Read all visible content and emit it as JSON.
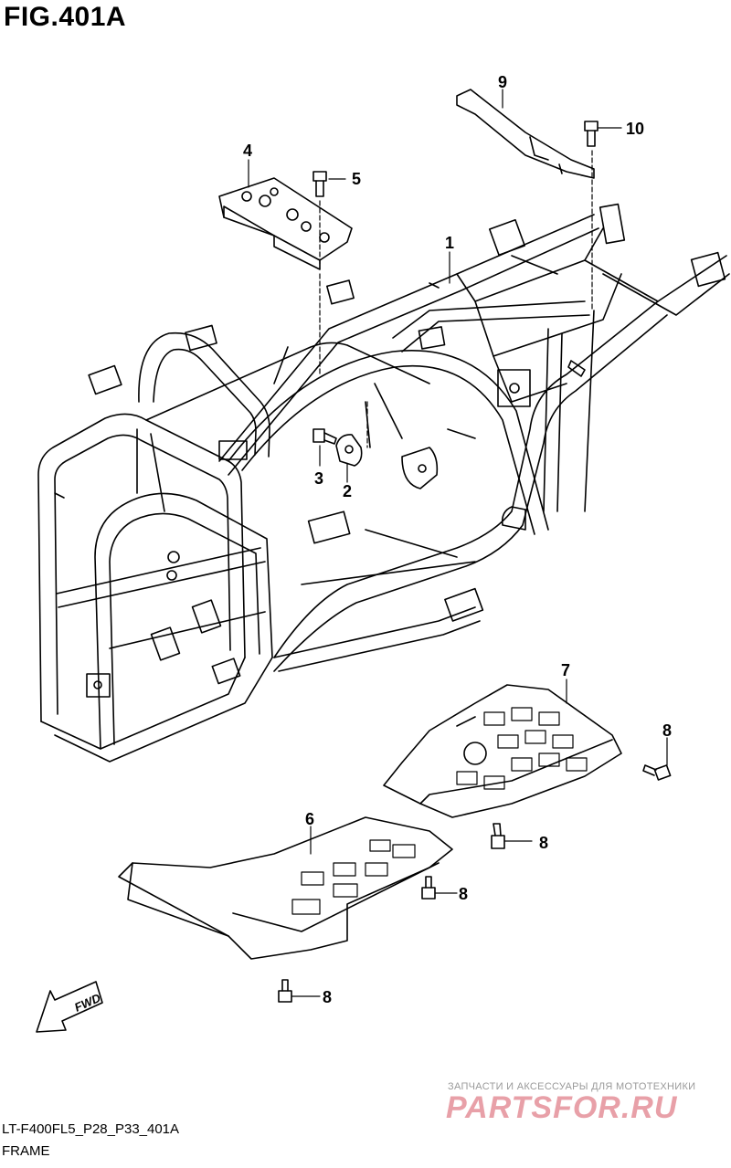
{
  "figure": {
    "title": "FIG.401A"
  },
  "callouts": [
    {
      "id": "c1",
      "number": "1"
    },
    {
      "id": "c2",
      "number": "2"
    },
    {
      "id": "c3",
      "number": "3"
    },
    {
      "id": "c4",
      "number": "4"
    },
    {
      "id": "c5",
      "number": "5"
    },
    {
      "id": "c6",
      "number": "6"
    },
    {
      "id": "c7",
      "number": "7"
    },
    {
      "id": "c8a",
      "number": "8"
    },
    {
      "id": "c8b",
      "number": "8"
    },
    {
      "id": "c8c",
      "number": "8"
    },
    {
      "id": "c8d",
      "number": "8"
    },
    {
      "id": "c9",
      "number": "9"
    },
    {
      "id": "c10",
      "number": "10"
    }
  ],
  "direction_badge": {
    "label": "FWD"
  },
  "footer": {
    "model_code": "LT-F400FL5_P28_P33_401A",
    "section_name": "FRAME"
  },
  "watermark": {
    "tagline": "ЗАПЧАСТИ И АКСЕССУАРЫ ДЛЯ МОТОТЕХНИКИ",
    "logo_text": "PARTSFOR.RU"
  },
  "colors": {
    "ink": "#000000",
    "watermark_logo": "#e8a0a8",
    "watermark_text": "#9a9a9a"
  }
}
